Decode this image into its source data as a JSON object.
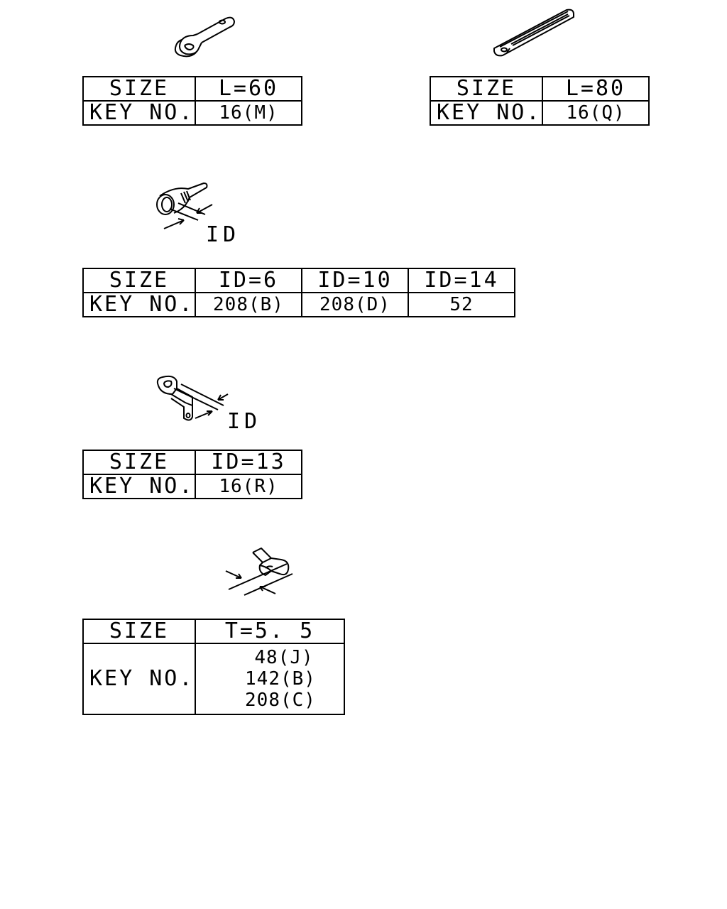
{
  "figures": [
    {
      "size_label": "SIZE",
      "key_label": "KEY NO.",
      "sizes": [
        "L=60"
      ],
      "keys": [
        "16(M)"
      ]
    },
    {
      "size_label": "SIZE",
      "key_label": "KEY NO.",
      "sizes": [
        "L=80"
      ],
      "keys": [
        "16(Q)"
      ]
    },
    {
      "size_label": "SIZE",
      "key_label": "KEY NO.",
      "dim_label": "ID",
      "sizes": [
        "ID=6",
        "ID=10",
        "ID=14"
      ],
      "keys": [
        "208(B)",
        "208(D)",
        "52"
      ]
    },
    {
      "size_label": "SIZE",
      "key_label": "KEY NO.",
      "dim_label": "ID",
      "sizes": [
        "ID=13"
      ],
      "keys": [
        "16(R)"
      ]
    },
    {
      "size_label": "SIZE",
      "key_label": "KEY NO.",
      "sizes": [
        "T=5. 5"
      ],
      "keys": [
        "48(J)",
        "142(B)",
        "208(C)"
      ]
    }
  ]
}
